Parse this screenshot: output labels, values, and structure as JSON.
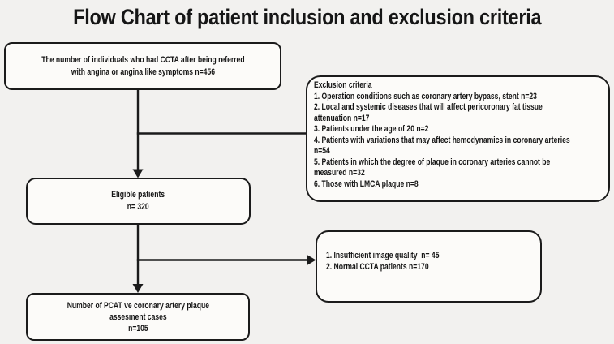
{
  "title": "Flow Chart of patient inclusion and exclusion criteria",
  "flowchart": {
    "referred_box": {
      "text": "The number of individuals who had CCTA after being referred\nwith angina or angina like symptoms n=456",
      "n": 456
    },
    "exclusion_box": {
      "heading": "Exclusion criteria",
      "items": [
        "1. Operation conditions such as coronary artery bypass, stent n=23",
        "2. Local and systemic diseases that will affect pericoronary fat tissue\nattenuation n=17",
        "3. Patients under the age of 20 n=2",
        "4. Patients with variations that may affect hemodynamics in coronary arteries\nn=54",
        "5. Patients in which the degree of plaque in coronary arteries cannot be\nmeasured n=32",
        "6. Those with LMCA plaque n=8"
      ]
    },
    "eligible_box": {
      "text": "Eligible patients\nn= 320",
      "n": 320
    },
    "image_quality_box": {
      "items": [
        "1. Insufficient image quality  n= 45",
        "2. Normal CCTA patients n=170"
      ]
    },
    "final_box": {
      "text": "Number of PCAT ve coronary artery plaque\nassesment cases\nn=105",
      "n": 105
    }
  },
  "colors": {
    "background": "#f2f1ef",
    "box_fill": "#fcfbf9",
    "line": "#1b1b1b",
    "text": "#161616"
  }
}
